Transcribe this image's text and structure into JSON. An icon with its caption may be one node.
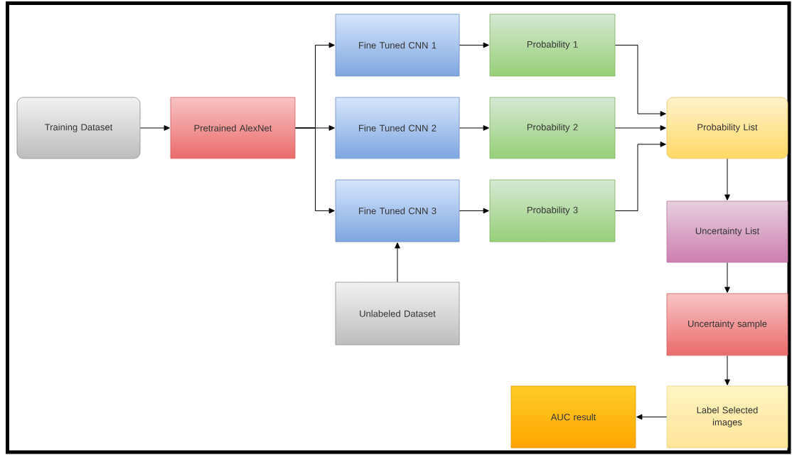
{
  "diagram": {
    "nodes": [
      {
        "text": [
          "Training Dataset"
        ]
      },
      {
        "text": [
          "Pretrained AlexNet"
        ]
      },
      {
        "text": [
          "Fine Tuned CNN 1"
        ]
      },
      {
        "text": [
          "Fine Tuned CNN 2"
        ]
      },
      {
        "text": [
          "Fine Tuned CNN 3"
        ]
      },
      {
        "text": [
          "Unlabeled Dataset"
        ]
      },
      {
        "text": [
          "Probability 1"
        ]
      },
      {
        "text": [
          "Probability 2"
        ]
      },
      {
        "text": [
          "Probability 3"
        ]
      },
      {
        "text": [
          "Probability List"
        ]
      },
      {
        "text": [
          "Uncertainty List"
        ]
      },
      {
        "text": [
          "Uncertainty sample"
        ]
      },
      {
        "text": [
          "Label Selected images"
        ]
      },
      {
        "text": [
          "AUC result"
        ]
      }
    ],
    "edges": [
      {
        "from": 0,
        "to": 1,
        "arrow": "to"
      },
      {
        "from": 1,
        "to": 2,
        "arrow": "to"
      },
      {
        "from": 1,
        "to": 3,
        "arrow": "to"
      },
      {
        "from": 1,
        "to": 4,
        "arrow": "to"
      },
      {
        "from": 5,
        "to": 4,
        "arrow": "to"
      },
      {
        "from": 2,
        "to": 6,
        "arrow": "to"
      },
      {
        "from": 3,
        "to": 7,
        "arrow": "to"
      },
      {
        "from": 4,
        "to": 8,
        "arrow": "to"
      },
      {
        "from": 6,
        "to": 9,
        "arrow": "to"
      },
      {
        "from": 7,
        "to": 9,
        "arrow": "to"
      },
      {
        "from": 8,
        "to": 9,
        "arrow": "to"
      },
      {
        "from": 9,
        "to": 10,
        "arrow": "to"
      },
      {
        "from": 10,
        "to": 11,
        "arrow": "to"
      },
      {
        "from": 11,
        "to": 12,
        "arrow": "to"
      },
      {
        "from": 12,
        "to": 13,
        "arrow": "to"
      }
    ]
  }
}
